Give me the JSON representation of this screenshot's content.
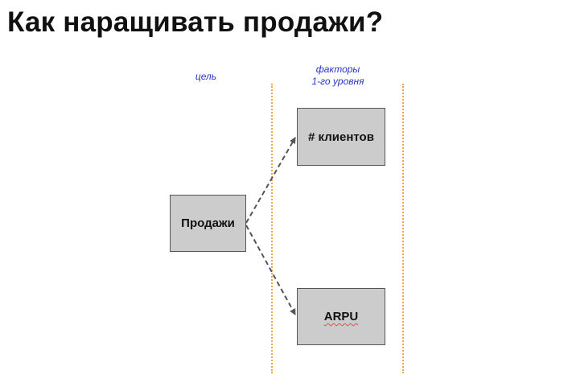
{
  "title": "Как наращивать продажи?",
  "columns": {
    "goal_label": "цель",
    "factors_label_line1": "факторы",
    "factors_label_line2": "1-го уровня"
  },
  "nodes": {
    "sales": "Продажи",
    "clients": "# клиентов",
    "arpu": "ARPU"
  },
  "colors": {
    "label_text": "#2b35c8",
    "divider": "#f0a640",
    "box_fill": "#cccccc",
    "arrow": "#555555"
  }
}
